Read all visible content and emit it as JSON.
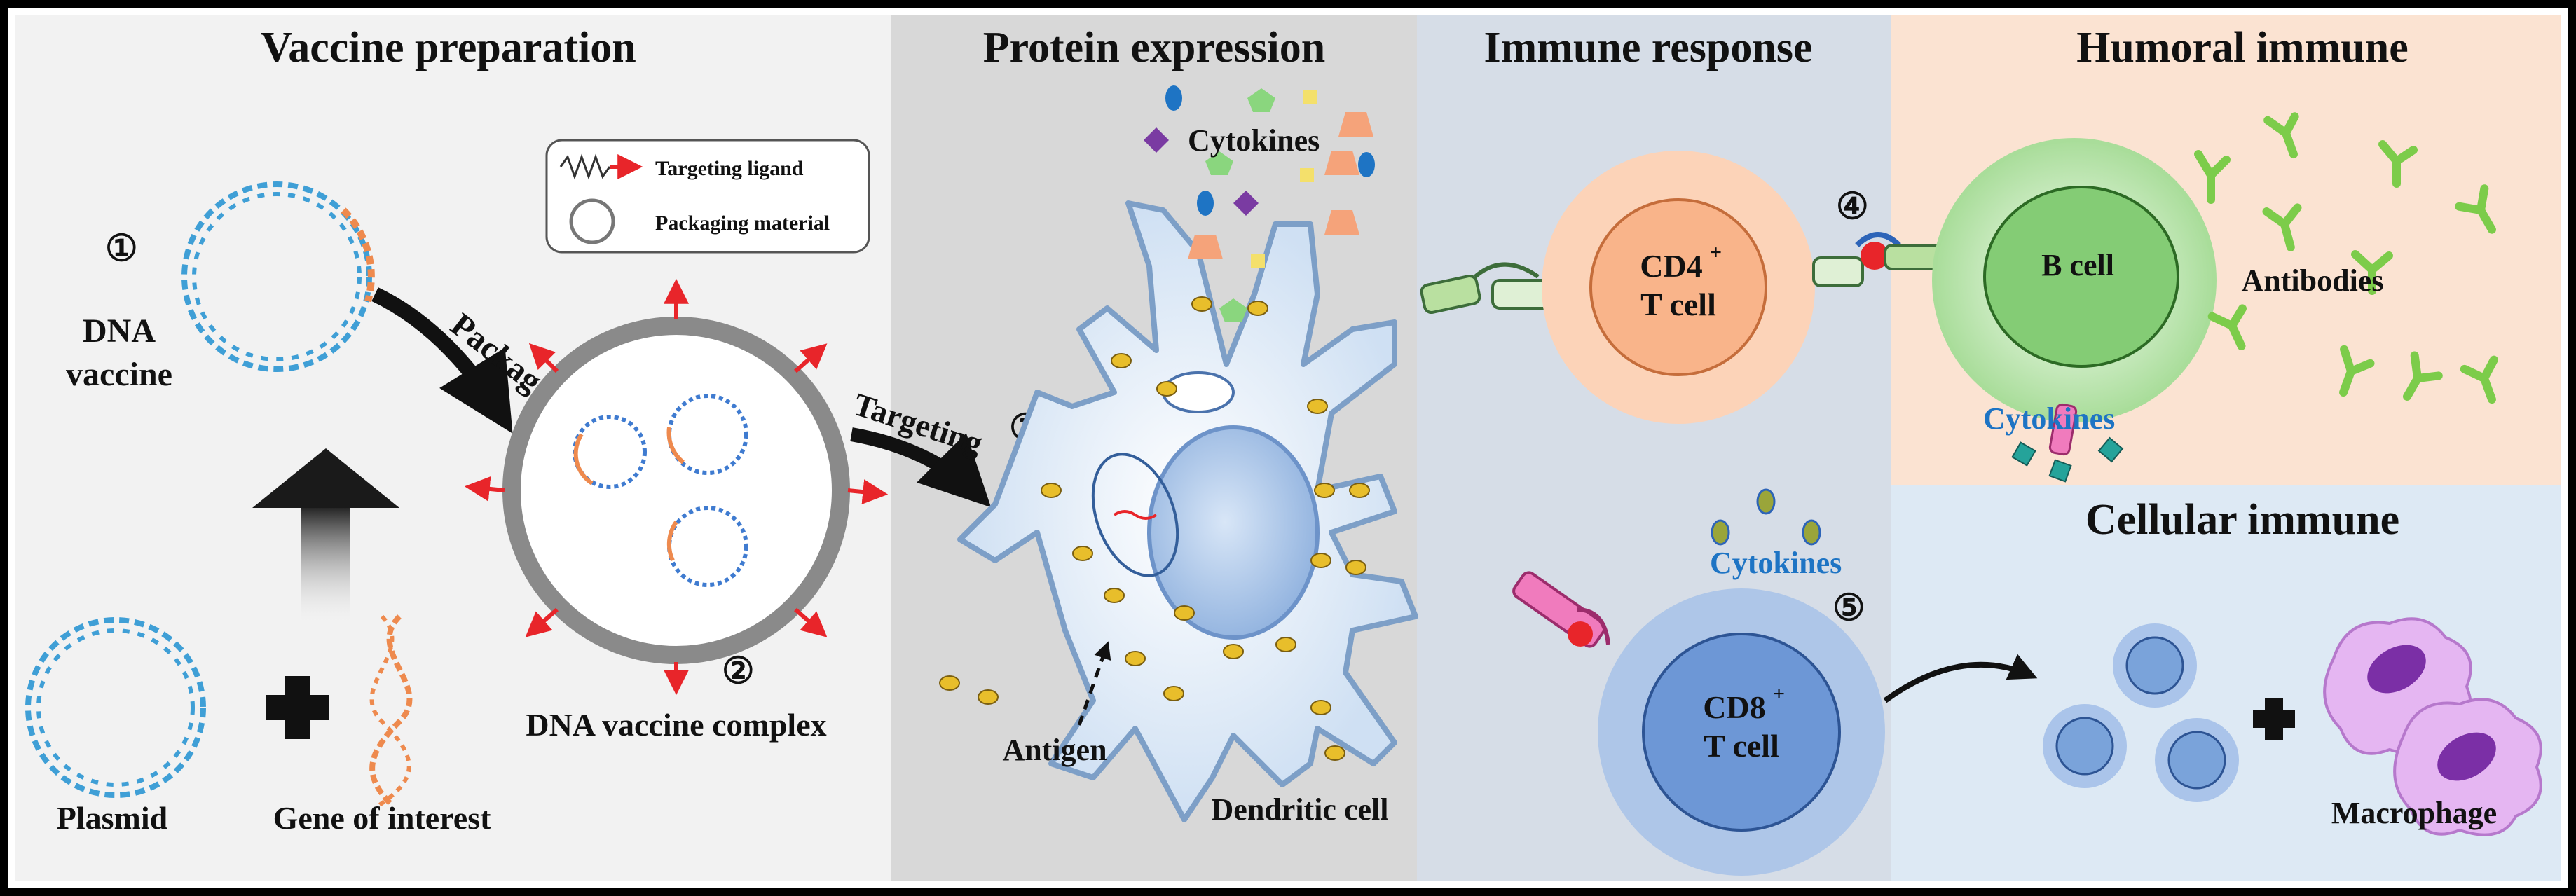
{
  "panels": {
    "vaccine_preparation": "Vaccine preparation",
    "protein_expression": "Protein expression",
    "immune_response": "Immune response",
    "humoral_immune": "Humoral immune",
    "cellular_immune": "Cellular immune"
  },
  "step_markers": {
    "one": "①",
    "two": "②",
    "three": "③",
    "four": "④",
    "five": "⑤"
  },
  "labels": {
    "dna_vaccine_line1": "DNA",
    "dna_vaccine_line2": "vaccine",
    "package": "Package",
    "targeting": "Targeting",
    "dna_vaccine_complex": "DNA vaccine complex",
    "plasmid": "Plasmid",
    "gene_of_interest": "Gene of interest",
    "cytokines_top": "Cytokines",
    "antigen": "Antigen",
    "dendritic_cell": "Dendritic cell",
    "cd4_main": "CD4",
    "cd4_sup": "+",
    "cd4_t": "T cell",
    "cd8_main": "CD8",
    "cd8_sup": "+",
    "cd8_t": "T cell",
    "cytokines_cd8": "Cytokines",
    "b_cell": "B cell",
    "antibodies": "Antibodies",
    "cytokines_b": "Cytokines",
    "macrophage": "Macrophage"
  },
  "legend": {
    "targeting_ligand": "Targeting ligand",
    "packaging_material": "Packaging material"
  },
  "colors": {
    "dna_strand": "#3f9fd6",
    "gene_strand": "#ee8a4e",
    "ligand_red": "#e8252a",
    "antibody_green": "#7ccc4a",
    "cytokine_blue": "#1e74c4",
    "cd4_fill": "#f9b48a",
    "cd8_fill": "#6d97d6",
    "bcell_fill": "#96d68a",
    "macrophage": "#c97ad8"
  },
  "icons": [
    "plus-icon",
    "arrow-icon",
    "dna-plasmid-icon",
    "antibody-icon",
    "receptor-icon"
  ]
}
